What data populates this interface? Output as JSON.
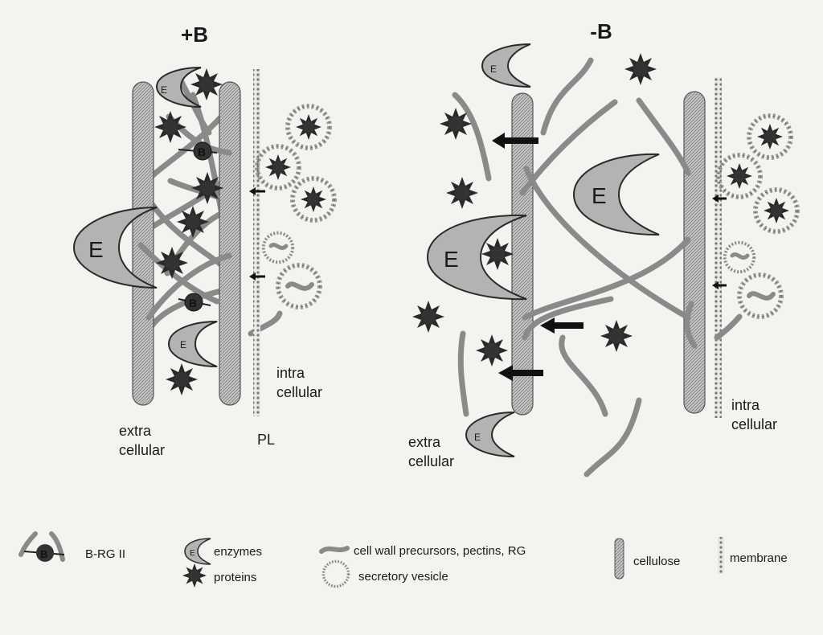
{
  "panels": {
    "plus": {
      "title": "+B",
      "extra_label": [
        "extra",
        "cellular"
      ],
      "intra_label": [
        "intra",
        "cellular"
      ],
      "membrane_label": "PL"
    },
    "minus": {
      "title": "-B",
      "extra_label": [
        "extra",
        "cellular"
      ],
      "intra_label": [
        "intra",
        "cellular"
      ]
    }
  },
  "glyphs": {
    "enzyme_letter": "E",
    "boron_letter": "B"
  },
  "legend": {
    "b_rg": "B-RG II",
    "enzymes": "enzymes",
    "proteins": "proteins",
    "precursors": "cell wall precursors, pectins, RG",
    "vesicle": "secretory vesicle",
    "cellulose": "cellulose",
    "membrane": "membrane"
  },
  "colors": {
    "background": "#f3f3f0",
    "fiber": "#8a8a8a",
    "cellulose_fill": "#b8b8b8",
    "dark": "#222222"
  }
}
